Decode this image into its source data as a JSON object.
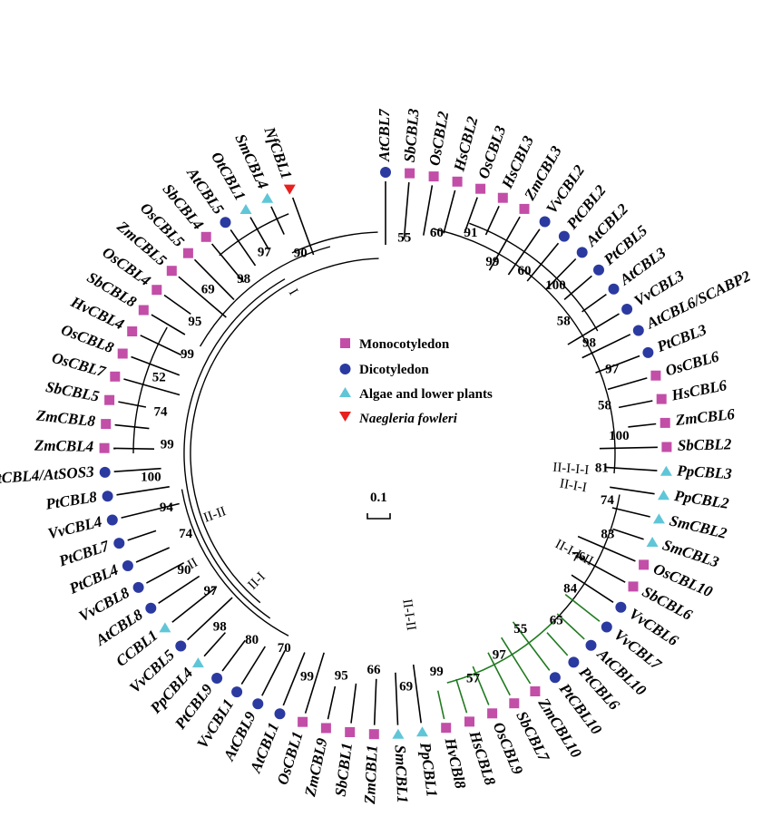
{
  "colors": {
    "monocot": "#c24ea8",
    "dicot": "#2b3aa0",
    "algae": "#5fc6d8",
    "naegleria": "#e8201e",
    "branch": "#000000",
    "clade_green": "#1f7a1f"
  },
  "legend": {
    "items": [
      {
        "marker": "square",
        "color_key": "monocot",
        "label": "Monocotyledon"
      },
      {
        "marker": "circle",
        "color_key": "dicot",
        "label": "Dicotyledon"
      },
      {
        "marker": "triangle-up",
        "color_key": "algae",
        "label": "Algae and lower plants"
      },
      {
        "marker": "triangle-down",
        "color_key": "naegleria",
        "label": "Naegleria fowleri"
      }
    ]
  },
  "scale_bar": {
    "label": "0.1"
  },
  "clade_labels": [
    "I",
    "II",
    "II-I",
    "II-II",
    "II-I-I",
    "II-I-II",
    "II-I-I-I",
    "II-I-I-II"
  ],
  "leaves": [
    {
      "name": "AtCBL7",
      "group": "dicot"
    },
    {
      "name": "SbCBL3",
      "group": "monocot"
    },
    {
      "name": "OsCBL2",
      "group": "monocot"
    },
    {
      "name": "HsCBL2",
      "group": "monocot"
    },
    {
      "name": "OsCBL3",
      "group": "monocot"
    },
    {
      "name": "HsCBL3",
      "group": "monocot"
    },
    {
      "name": "ZmCBL3",
      "group": "monocot"
    },
    {
      "name": "VvCBL2",
      "group": "dicot"
    },
    {
      "name": "PtCBL2",
      "group": "dicot"
    },
    {
      "name": "AtCBL2",
      "group": "dicot"
    },
    {
      "name": "PtCBL5",
      "group": "dicot"
    },
    {
      "name": "AtCBL3",
      "group": "dicot"
    },
    {
      "name": "VvCBL3",
      "group": "dicot"
    },
    {
      "name": "AtCBL6/SCABP2",
      "group": "dicot"
    },
    {
      "name": "PtCBL3",
      "group": "dicot"
    },
    {
      "name": "OsCBL6",
      "group": "monocot"
    },
    {
      "name": "HsCBL6",
      "group": "monocot"
    },
    {
      "name": "ZmCBL6",
      "group": "monocot"
    },
    {
      "name": "SbCBL2",
      "group": "monocot"
    },
    {
      "name": "PpCBL3",
      "group": "algae"
    },
    {
      "name": "PpCBL2",
      "group": "algae"
    },
    {
      "name": "SmCBL2",
      "group": "algae"
    },
    {
      "name": "SmCBL3",
      "group": "algae"
    },
    {
      "name": "OsCBL10",
      "group": "monocot"
    },
    {
      "name": "SbCBL6",
      "group": "monocot"
    },
    {
      "name": "VvCBL6",
      "group": "dicot"
    },
    {
      "name": "VvCBL7",
      "group": "dicot"
    },
    {
      "name": "AtCBL10",
      "group": "dicot"
    },
    {
      "name": "PtCBL6",
      "group": "dicot"
    },
    {
      "name": "PtCBL10",
      "group": "dicot"
    },
    {
      "name": "ZmCBL10",
      "group": "monocot"
    },
    {
      "name": "SbCBL7",
      "group": "monocot"
    },
    {
      "name": "OsCBL9",
      "group": "monocot"
    },
    {
      "name": "HsCBL8",
      "group": "monocot"
    },
    {
      "name": "HvCBl8",
      "group": "monocot"
    },
    {
      "name": "PpCBL1",
      "group": "algae"
    },
    {
      "name": "SmCBL1",
      "group": "algae"
    },
    {
      "name": "ZmCBL1",
      "group": "monocot"
    },
    {
      "name": "SbCBL1",
      "group": "monocot"
    },
    {
      "name": "ZmCBL9",
      "group": "monocot"
    },
    {
      "name": "OsCBL1",
      "group": "monocot"
    },
    {
      "name": "AtCBL1",
      "group": "dicot"
    },
    {
      "name": "AtCBL9",
      "group": "dicot"
    },
    {
      "name": "VvCBL1",
      "group": "dicot"
    },
    {
      "name": "PtCBL9",
      "group": "dicot"
    },
    {
      "name": "PpCBL4",
      "group": "algae"
    },
    {
      "name": "VvCBL5",
      "group": "dicot"
    },
    {
      "name": "CCBL1",
      "group": "algae"
    },
    {
      "name": "AtCBL8",
      "group": "dicot"
    },
    {
      "name": "VvCBL8",
      "group": "dicot"
    },
    {
      "name": "PtCBL4",
      "group": "dicot"
    },
    {
      "name": "PtCBL7",
      "group": "dicot"
    },
    {
      "name": "VvCBL4",
      "group": "dicot"
    },
    {
      "name": "PtCBL8",
      "group": "dicot"
    },
    {
      "name": "AtCBL4/AtSOS3",
      "group": "dicot"
    },
    {
      "name": "ZmCBL4",
      "group": "monocot"
    },
    {
      "name": "ZmCBL8",
      "group": "monocot"
    },
    {
      "name": "SbCBL5",
      "group": "monocot"
    },
    {
      "name": "OsCBL7",
      "group": "monocot"
    },
    {
      "name": "OsCBL8",
      "group": "monocot"
    },
    {
      "name": "HvCBL4",
      "group": "monocot"
    },
    {
      "name": "SbCBL8",
      "group": "monocot"
    },
    {
      "name": "OsCBL4",
      "group": "monocot"
    },
    {
      "name": "ZmCBL5",
      "group": "monocot"
    },
    {
      "name": "OsCBL5",
      "group": "monocot"
    },
    {
      "name": "SbCBL4",
      "group": "monocot"
    },
    {
      "name": "AtCBL5",
      "group": "dicot"
    },
    {
      "name": "OtCBL1",
      "group": "algae"
    },
    {
      "name": "SmCBL4",
      "group": "algae"
    },
    {
      "name": "NfCBL1",
      "group": "naegleria"
    }
  ],
  "bootstrap": [
    "55",
    "60",
    "91",
    "99",
    "60",
    "100",
    "58",
    "98",
    "97",
    "58",
    "100",
    "81",
    "74",
    "83",
    "76",
    "84",
    "65",
    "55",
    "97",
    "57",
    "99",
    "69",
    "66",
    "95",
    "99",
    "70",
    "80",
    "98",
    "97",
    "90",
    "74",
    "94",
    "100",
    "99",
    "74",
    "52",
    "99",
    "95",
    "69",
    "98",
    "97",
    "90"
  ]
}
